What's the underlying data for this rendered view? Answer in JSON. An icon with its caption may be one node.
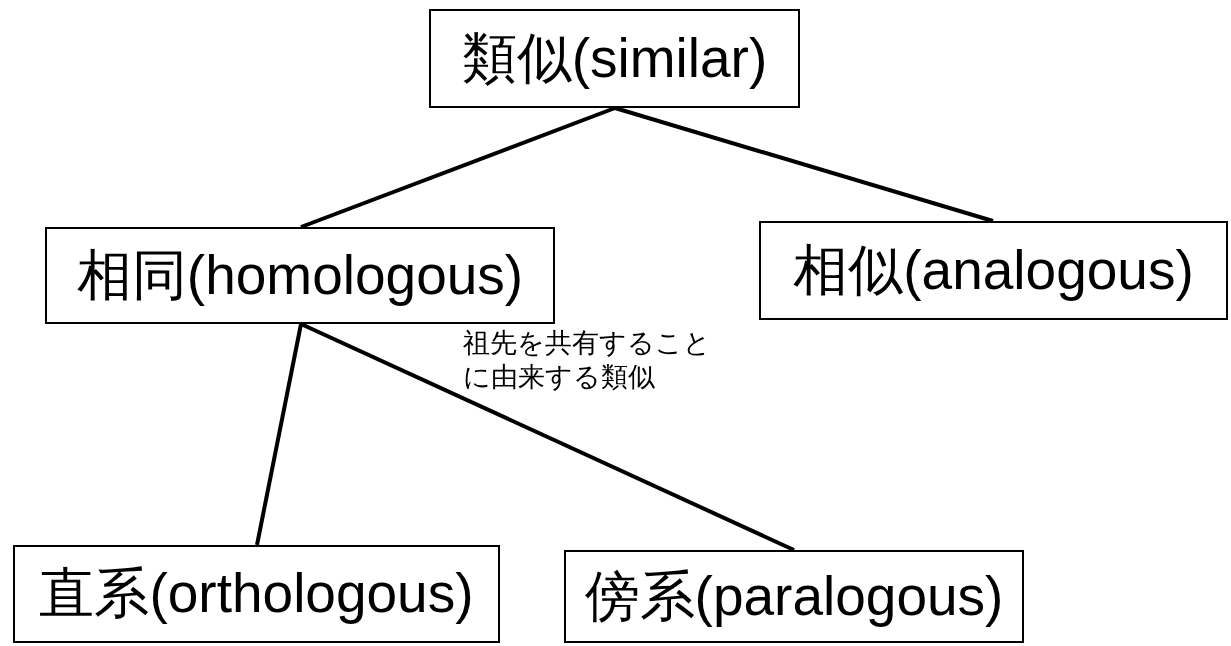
{
  "diagram": {
    "nodes": [
      {
        "text": [
          "類似(similar)"
        ]
      },
      {
        "text": [
          "相同(homologous)"
        ]
      },
      {
        "text": [
          "相似(analogous)"
        ]
      },
      {
        "text": [
          "直系(orthologous)"
        ]
      },
      {
        "text": [
          "傍系(paralogous)"
        ]
      }
    ],
    "edges": [
      {
        "from": 0,
        "to": 1,
        "arrow": "none"
      },
      {
        "from": 0,
        "to": 2,
        "arrow": "none"
      },
      {
        "from": 1,
        "to": 3,
        "arrow": "none"
      },
      {
        "from": 1,
        "to": 4,
        "arrow": "none"
      }
    ],
    "labels": [
      "祖先を共有することに由来する類似"
    ]
  }
}
